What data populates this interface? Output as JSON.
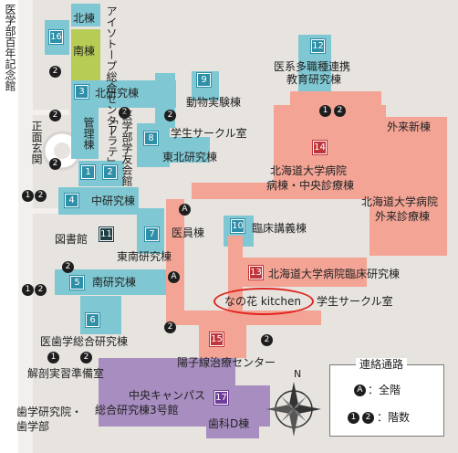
{
  "buildings": {
    "north_wing": "北棟",
    "south_wing": "南棟",
    "isotope_center": "アイソトープ総合センター",
    "medical_museum": "医学部百年記念館",
    "north_research": "北研究棟",
    "animal_lab": "動物実験棟",
    "admin": "管理棟",
    "frate": "「フラテ」",
    "alumni_hall": "医学部学友会館",
    "student_circle_upper": "学生サークル室",
    "east_north_research": "東北研究棟",
    "main_gate": "正面玄関",
    "central_research": "中研究棟",
    "library": "図書館",
    "doctors_hall": "医員棟",
    "clinical_lecture": "臨床講義棟",
    "east_south_research": "東南研究棟",
    "south_research": "南研究棟",
    "hospital_clinical_research": "北海道大学病院臨床研究棟",
    "kitchen": "なの花 kitchen",
    "student_circle_lower": "学生サークル室",
    "integrated_research": "医歯学総合研究棟",
    "anatomy_prep": "解剖実習準備室",
    "radiation_center": "陽子線治療センター",
    "multi_disciplinary": "医系多職種連携教育研究棟",
    "outpatient_new": "外来新棟",
    "hospital_wards_1": "北海道大学病院",
    "hospital_wards_2": "病棟・中央診療棟",
    "outpatient_1": "北海道大学病院",
    "outpatient_2": "外来診療棟",
    "central_campus_1": "中央キャンパス",
    "central_campus_2": "総合研究棟3号館",
    "dental_research_1": "歯学研究院・",
    "dental_research_2": "歯学部",
    "dental_d": "歯科D棟"
  },
  "numbers": {
    "b1": "1",
    "b2": "2",
    "b3": "3",
    "b4": "4",
    "b5": "5",
    "b6": "6",
    "b7": "7",
    "b8": "8",
    "b9": "9",
    "b10": "10",
    "b11": "11",
    "b12": "12",
    "b13": "13",
    "b14": "14",
    "b15": "15",
    "b16": "16",
    "b17": "17"
  },
  "markers": {
    "all_floors": "A",
    "floor_1": "1",
    "floor_2": "2"
  },
  "compass": {
    "north": "N"
  },
  "legend": {
    "title": "連絡通路",
    "all_floors_text": "：全階",
    "floor_text": "：階数"
  },
  "colors": {
    "teal_building": "#7fc8d3",
    "hospital_salmon": "#f3a495",
    "purple_campus": "#a88dc0",
    "green_wing": "#b6cc55",
    "highlight": "#e0261f"
  }
}
